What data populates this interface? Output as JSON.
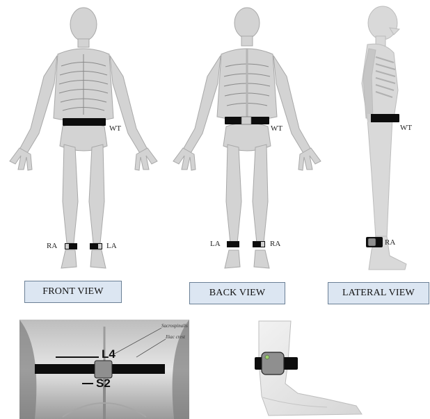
{
  "figures": {
    "front": {
      "caption": "FRONT VIEW",
      "waist": "WT",
      "right_ankle": "RA",
      "left_ankle": "LA"
    },
    "back": {
      "caption": "BACK VIEW",
      "waist": "WT",
      "left_ankle": "LA",
      "right_ankle": "RA"
    },
    "lateral": {
      "caption": "LATERAL VIEW",
      "waist": "WT",
      "right_ankle": "RA"
    }
  },
  "closeups": {
    "lumbar": {
      "marker_upper": "L4",
      "marker_lower": "S2",
      "anatomy_1": "Sacrospinalis",
      "anatomy_2": "Iliac crest"
    }
  },
  "colors": {
    "bone": "#d4d4d4",
    "body_silhouette": "#d9d9d9",
    "strap": "#0d0d0d",
    "sensor": "#8f8f8f",
    "caption_fill": "#dce6f2",
    "caption_border": "#6a7f95"
  }
}
